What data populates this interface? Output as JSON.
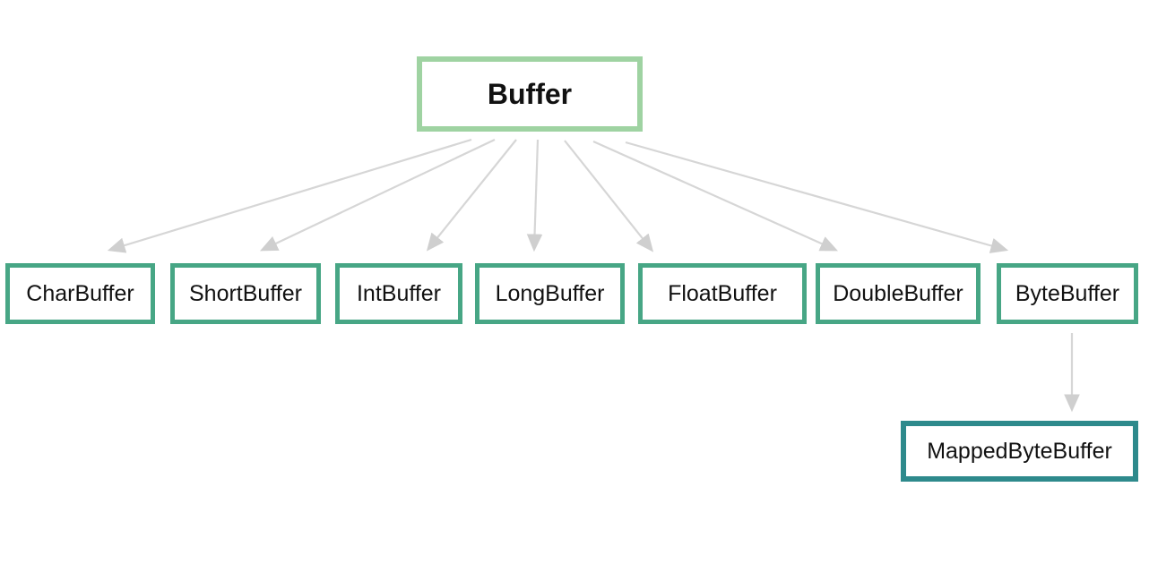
{
  "diagram": {
    "root": {
      "label": "Buffer"
    },
    "children": [
      {
        "label": "CharBuffer"
      },
      {
        "label": "ShortBuffer"
      },
      {
        "label": "IntBuffer"
      },
      {
        "label": "LongBuffer"
      },
      {
        "label": "FloatBuffer"
      },
      {
        "label": "DoubleBuffer"
      },
      {
        "label": "ByteBuffer"
      }
    ],
    "sub": {
      "label": "MappedByteBuffer"
    },
    "edges": [
      {
        "from": "Buffer",
        "to": "CharBuffer"
      },
      {
        "from": "Buffer",
        "to": "ShortBuffer"
      },
      {
        "from": "Buffer",
        "to": "IntBuffer"
      },
      {
        "from": "Buffer",
        "to": "LongBuffer"
      },
      {
        "from": "Buffer",
        "to": "FloatBuffer"
      },
      {
        "from": "Buffer",
        "to": "DoubleBuffer"
      },
      {
        "from": "Buffer",
        "to": "ByteBuffer"
      },
      {
        "from": "ByteBuffer",
        "to": "MappedByteBuffer"
      }
    ],
    "colors": {
      "root_border": "#9fd3a2",
      "child_border": "#47a685",
      "sub_border": "#2e8a8c",
      "arrow": "#d4d4d4",
      "text": "#111111",
      "background": "#ffffff"
    }
  }
}
